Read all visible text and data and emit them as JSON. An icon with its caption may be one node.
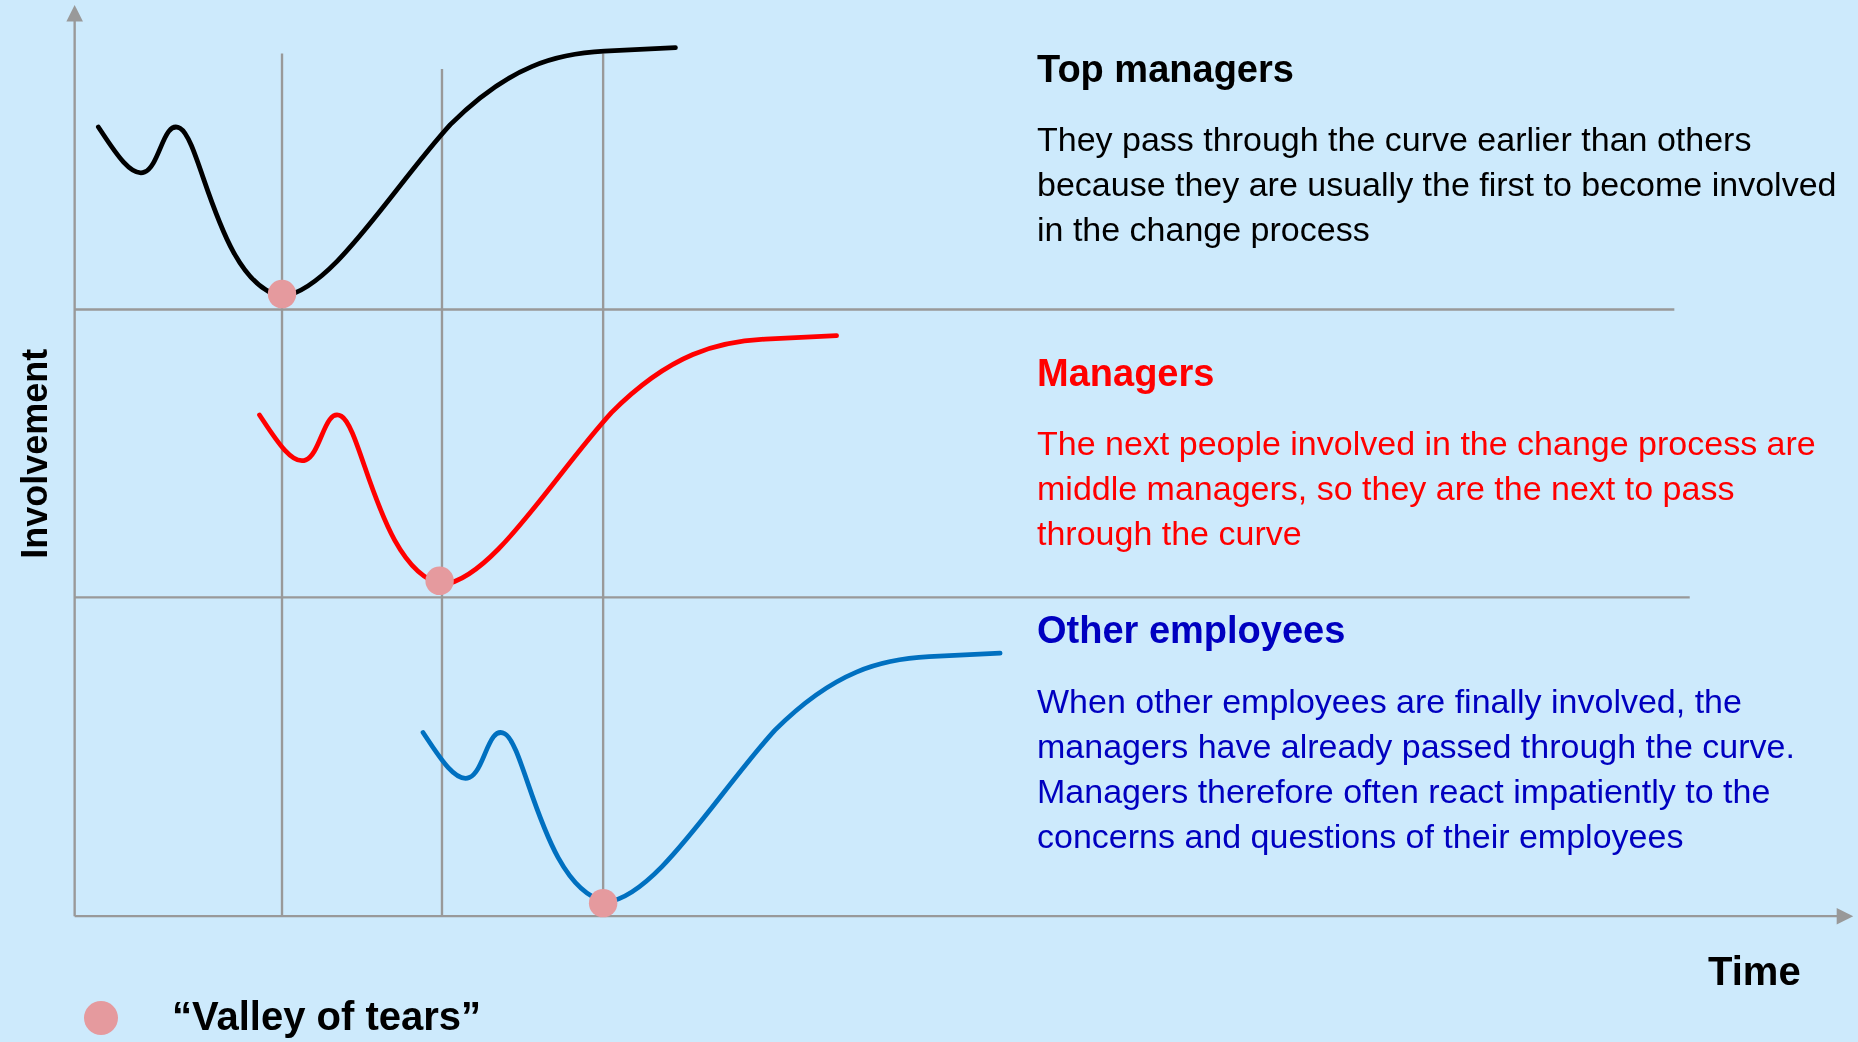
{
  "diagram": {
    "labels": [
      "Top managers",
      "They pass through the curve earlier than others because they are usually the first to become involved in the change process",
      "Managers",
      "The next people involved in the change process are middle managers, so they are the next to pass through the curve",
      "Other employees",
      "When other employees are finally involved, the managers have already passed through the curve. Managers therefore often react impatiently to the concerns and questions of their employees",
      "Involvement",
      "Time"
    ],
    "legend": [
      {
        "text": "“Valley of tears”",
        "color": "#e59a9e"
      }
    ]
  }
}
